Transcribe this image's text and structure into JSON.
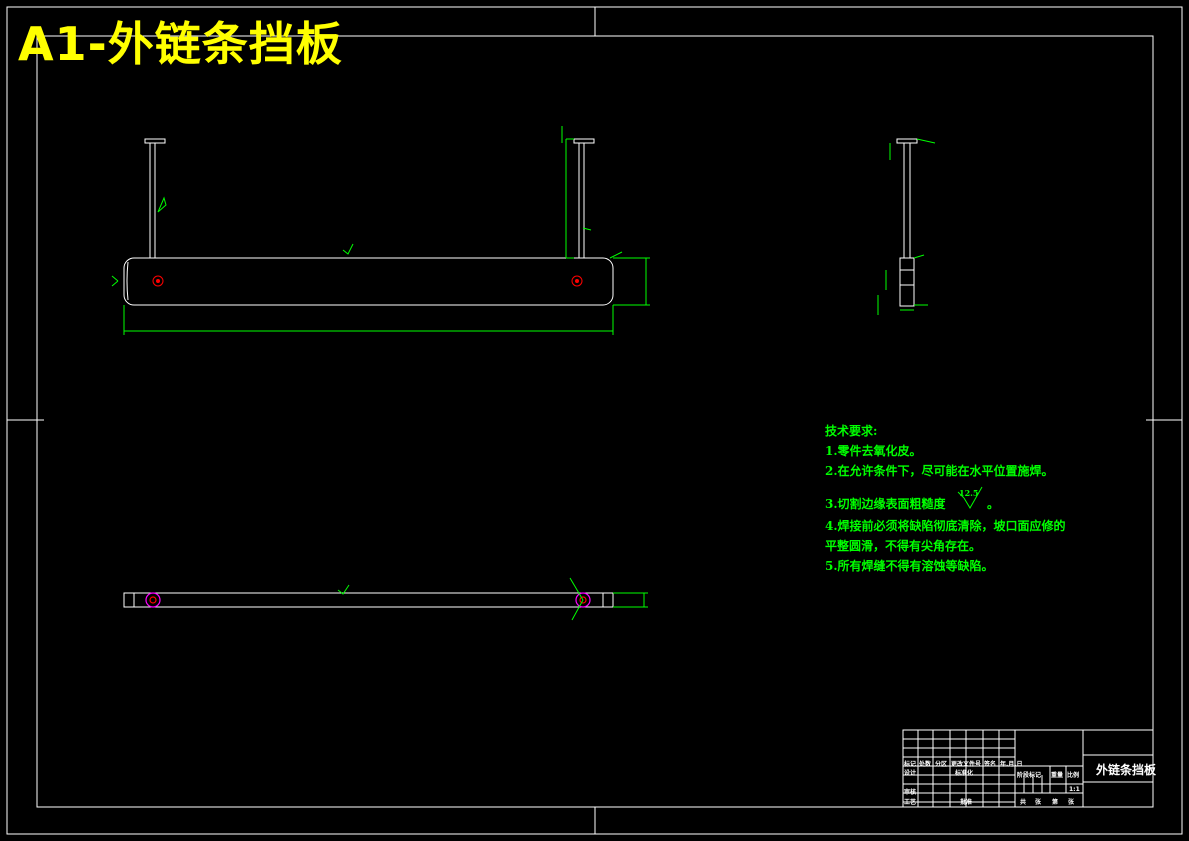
{
  "title": "A1-外链条挡板",
  "technical_requirements": {
    "heading": "技术要求:",
    "items": [
      "1.零件去氧化皮。",
      "2.在允许条件下，尽可能在水平位置施焊。",
      "3.切割边缘表面粗糙度",
      "。",
      "4.焊接前必须将缺陷彻底清除，坡口面应修的",
      "平整圆滑，不得有尖角存在。",
      "5.所有焊缝不得有溶蚀等缺陷。"
    ],
    "roughness_value": "12.5"
  },
  "title_block": {
    "part_name": "外链条挡板",
    "row1": [
      "标记",
      "处数",
      "分区",
      "更改文件号",
      "签名",
      "年.月.日"
    ],
    "row2": [
      "设计",
      "标准化"
    ],
    "row3": [
      "阶段标记",
      "重量",
      "比例"
    ],
    "row4": [
      "审核"
    ],
    "row5": [
      "工艺",
      "批准"
    ],
    "scale": "1:1",
    "sheet": [
      "共",
      "张",
      "第",
      "张"
    ]
  },
  "colors": {
    "background": "#000000",
    "title": "#ffff00",
    "geometry": "#ffffff",
    "dimensions": "#00ff00",
    "holes": "#ff00ff",
    "holes_center": "#ff0000"
  }
}
